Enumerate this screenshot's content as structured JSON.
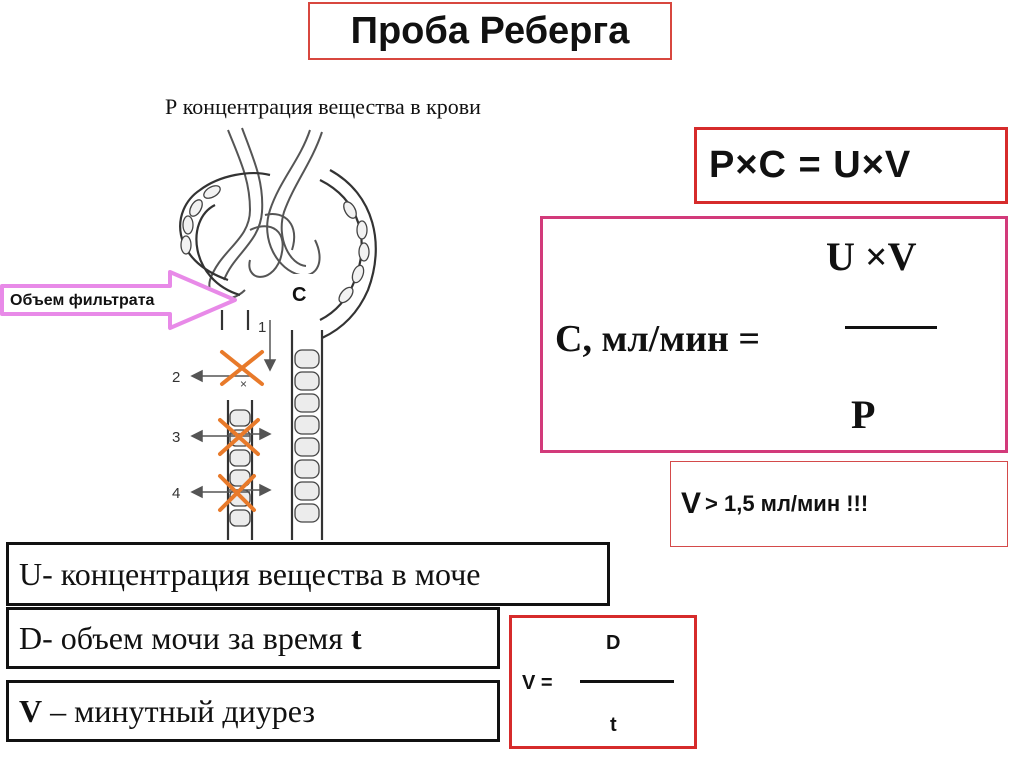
{
  "title": "Проба Реберга",
  "subtitle": "Р концентрация вещества в крови",
  "formula_main": "P×C = U×V",
  "clearance": {
    "numerator": "U ×V",
    "lhs": "С, мл/мин =",
    "denominator": "P"
  },
  "v_note": {
    "v": "V",
    "rest": "> 1,5 мл/мин !!!"
  },
  "definitions": {
    "u": "U- концентрация вещества в моче",
    "d_text": "D- объем мочи за время ",
    "d_t": "t",
    "v_sym": "V",
    "v_text": " – минутный диурез"
  },
  "v_formula": {
    "numerator": "D",
    "lhs": "V =",
    "denominator": "t"
  },
  "diagram": {
    "filtrate_label": "Объем фильтрата",
    "c_label": "С",
    "tube_numbers": [
      "1",
      "2",
      "3",
      "4"
    ],
    "arrow_color": "#e88ae8",
    "cross_color": "#e87a2a"
  }
}
